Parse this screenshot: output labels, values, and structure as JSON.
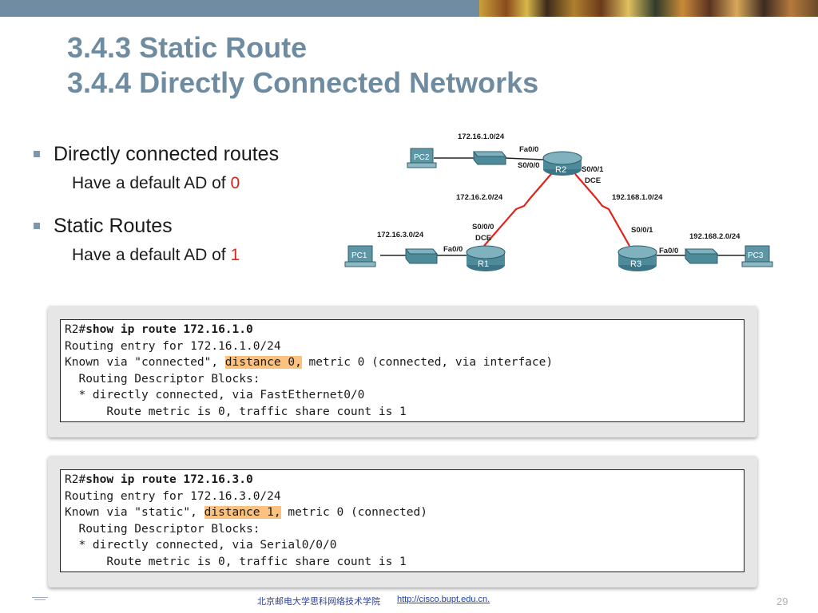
{
  "title": {
    "line1": "3.4.3 Static Route",
    "line2": "3.4.4 Directly Connected Networks"
  },
  "bullets": [
    {
      "text": "Directly connected routes",
      "sub_prefix": "Have a default AD of ",
      "sub_value": "0"
    },
    {
      "text": "Static Routes",
      "sub_prefix": "Have a default AD of ",
      "sub_value": "1"
    }
  ],
  "topology": {
    "routers": {
      "r1": "R1",
      "r2": "R2",
      "r3": "R3"
    },
    "pcs": {
      "pc1": "PC1",
      "pc2": "PC2",
      "pc3": "PC3"
    },
    "networks": {
      "r2_lan": "172.16.1.0/24",
      "r1_r2": "172.16.2.0/24",
      "r1_lan": "172.16.3.0/24",
      "r2_r3": "192.168.1.0/24",
      "r3_lan": "192.168.2.0/24"
    },
    "interfaces": {
      "r2_fa": "Fa0/0",
      "r2_s000": "S0/0/0",
      "r2_s001": "S0/0/1",
      "r2_dce": "DCE",
      "r1_s000": "S0/0/0",
      "r1_dce": "DCE",
      "r1_fa": "Fa0/0",
      "r3_s001": "S0/0/1",
      "r3_fa": "Fa0/0"
    },
    "colors": {
      "serial_link": "#e0241b",
      "device": "#4d8a9a"
    }
  },
  "terminal1": {
    "prompt": "R2#",
    "command": "show ip route 172.16.1.0",
    "l2": "Routing entry for 172.16.1.0/24",
    "l3_pre": "Known via \"connected\", ",
    "l3_hl": "distance 0,",
    "l3_post": " metric 0 (connected, via interface)",
    "l4": "  Routing Descriptor Blocks:",
    "l5": "  * directly connected, via FastEthernet0/0",
    "l6": "      Route metric is 0, traffic share count is 1"
  },
  "terminal2": {
    "prompt": "R2#",
    "command": "show ip route 172.16.3.0",
    "l2": "Routing entry for 172.16.3.0/24",
    "l3_pre": "Known via \"static\", ",
    "l3_hl": "distance 1,",
    "l3_post": " metric 0 (connected)",
    "l4": "  Routing Descriptor Blocks:",
    "l5": "  * directly connected, via Serial0/0/0",
    "l6": "      Route metric is 0, traffic share count is 1"
  },
  "footer": {
    "school": "北京邮电大学思科网络技术学院",
    "url": "http://cisco.bupt.edu.cn.",
    "page": "29"
  },
  "colors": {
    "title": "#6e8ca1",
    "highlight": "#fbc27f",
    "ad_value": "#d9261c"
  }
}
